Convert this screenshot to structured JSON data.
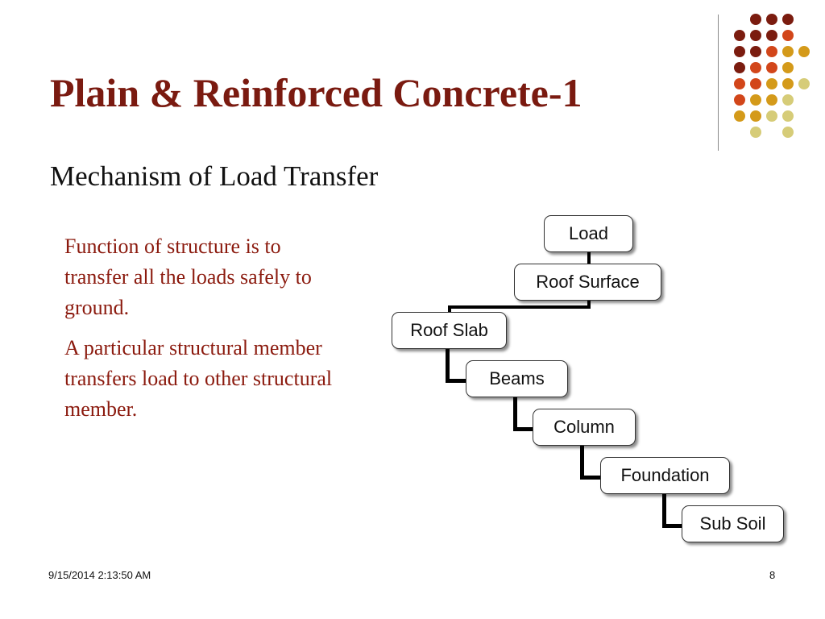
{
  "slide": {
    "title": "Plain & Reinforced Concrete-1",
    "subtitle": "Mechanism of Load Transfer",
    "paragraphs": [
      "Function of structure is to transfer all the loads safely to ground.",
      "A particular structural member transfers load to other structural member."
    ]
  },
  "diagram": {
    "nodes": [
      "Load",
      "Roof Surface",
      "Roof Slab",
      "Beams",
      "Column",
      "Foundation",
      "Sub Soil"
    ]
  },
  "footer": {
    "datetime": "9/15/2014 2:13:50 AM",
    "page_number": "8"
  },
  "colors": {
    "title": "#7a1a10",
    "body_text": "#8b1a0e",
    "dot_dark_red": "#7b1c0f",
    "dot_orange_red": "#d2461a",
    "dot_gold": "#d49a1a",
    "dot_khaki": "#d6cc78"
  }
}
